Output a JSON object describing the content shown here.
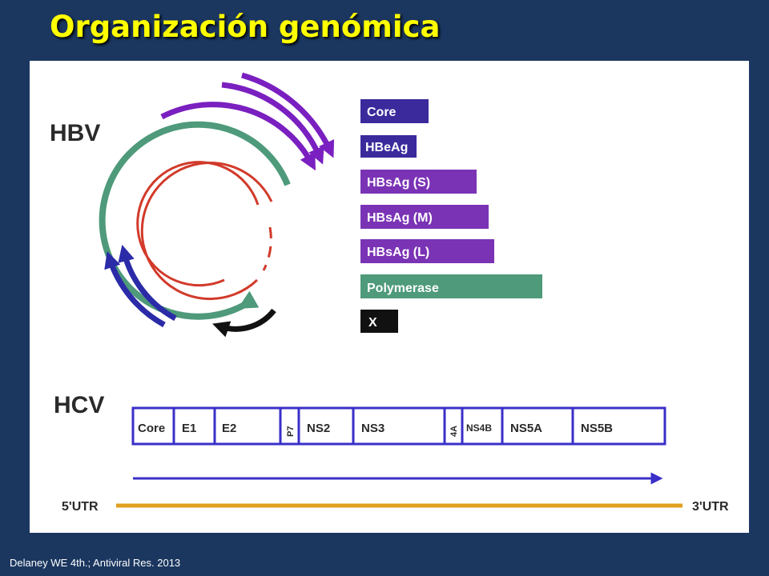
{
  "title": "Organización genómica",
  "hbv": {
    "label": "HBV",
    "bars": [
      {
        "label": "Core",
        "color": "#3a2a9c",
        "length": 85
      },
      {
        "label": "HBeAg",
        "color": "#3a2a9c",
        "length": 70
      },
      {
        "label": "HBsAg (S)",
        "color": "#7a33b5",
        "length": 145
      },
      {
        "label": "HBsAg (M)",
        "color": "#7a33b5",
        "length": 160
      },
      {
        "label": "HBsAg (L)",
        "color": "#7a33b5",
        "length": 167
      },
      {
        "label": "Polymerase",
        "color": "#4e9a7a",
        "length": 227
      },
      {
        "label": "X",
        "color": "#111111",
        "length": 47
      }
    ]
  },
  "hcv": {
    "label": "HCV",
    "segments": [
      "Core",
      "E1",
      "E2",
      "P7",
      "NS2",
      "NS3",
      "4A",
      "NS4B",
      "NS5A",
      "NS5B"
    ],
    "utr_5": "5'UTR",
    "utr_3": "3'UTR",
    "colors": {
      "outline": "#3a2fc8",
      "arrow": "#3a2fc8",
      "utr_line": "#e0a020"
    }
  },
  "citation": "Delaney WE 4th.; Antiviral Res. 2013"
}
